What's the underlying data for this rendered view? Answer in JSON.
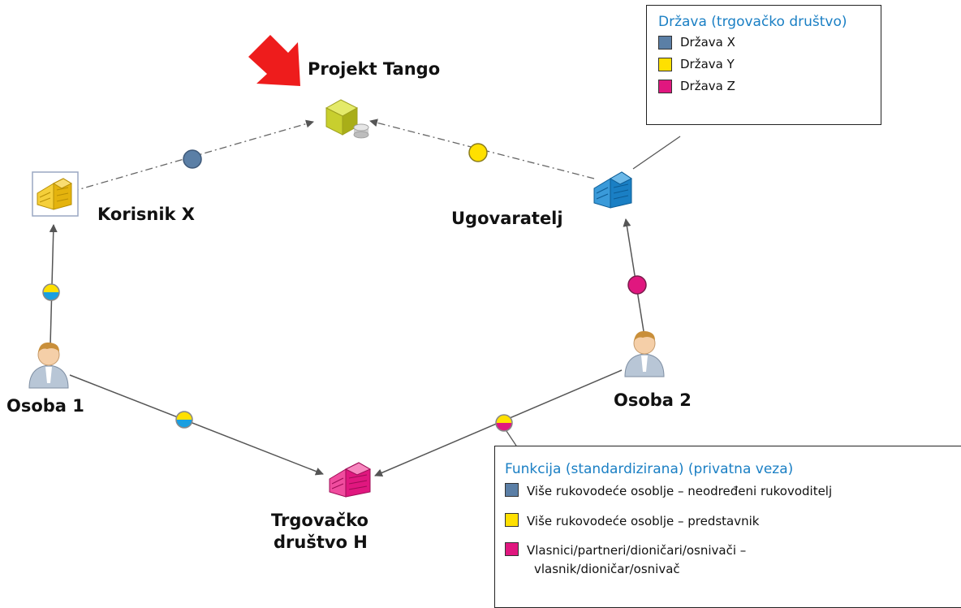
{
  "nodes": {
    "projekt_tango": {
      "label": "Projekt Tango",
      "color": "#c8cf2e"
    },
    "korisnik_x": {
      "label": "Korisnik X",
      "color": "#f2c31a"
    },
    "ugovaratelj": {
      "label": "Ugovaratelj",
      "color": "#1a7fc4"
    },
    "osoba_1": {
      "label": "Osoba 1"
    },
    "osoba_2": {
      "label": "Osoba 2"
    },
    "trgovacko_drustvo_h": {
      "label_line1": "Trgovačko",
      "label_line2": "društvo H",
      "color": "#e0177f"
    }
  },
  "legend_country": {
    "title": "Država (trgovačko društvo)",
    "items": [
      {
        "label": "Država X",
        "color": "#5b7fa6"
      },
      {
        "label": "Država Y",
        "color": "#ffe000"
      },
      {
        "label": "Država Z",
        "color": "#e0177f"
      }
    ]
  },
  "legend_function": {
    "title": "Funkcija (standardizirana) (privatna veza)",
    "items": [
      {
        "label": "Više rukovodeće osoblje – neodređeni rukovoditelj",
        "color": "#5b7fa6"
      },
      {
        "label": "Više rukovodeće osoblje – predstavnik",
        "color": "#ffe000"
      },
      {
        "label": "Vlasnici/partneri/dioničari/osnivači –",
        "label_cont": "vlasnik/dioničar/osnivač",
        "color": "#e0177f"
      }
    ]
  },
  "colors": {
    "arrow_red": "#ee1c1c",
    "edge": "#555555",
    "blue_marker": "#5b7fa6",
    "yellow_marker": "#ffe000",
    "pink_marker": "#e0177f",
    "light_blue_band": "#1a9fe0"
  }
}
